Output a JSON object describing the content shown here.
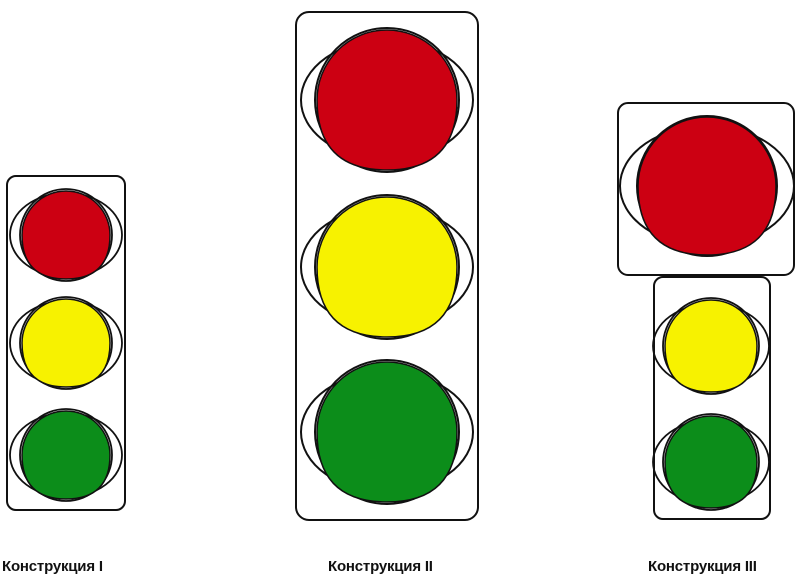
{
  "colors": {
    "red": "#cc0012",
    "yellow": "#f7f200",
    "green": "#0c8d1a",
    "outline": "#111111",
    "background": "#ffffff"
  },
  "traffic_lights": [
    {
      "id": "construction-1",
      "caption": "Конструкция I",
      "signals": [
        "red",
        "yellow",
        "green"
      ]
    },
    {
      "id": "construction-2",
      "caption": "Конструкция II",
      "signals": [
        "red",
        "yellow",
        "green"
      ]
    },
    {
      "id": "construction-3",
      "caption": "Конструкция III",
      "signals": [
        "red",
        "yellow",
        "green"
      ]
    }
  ]
}
